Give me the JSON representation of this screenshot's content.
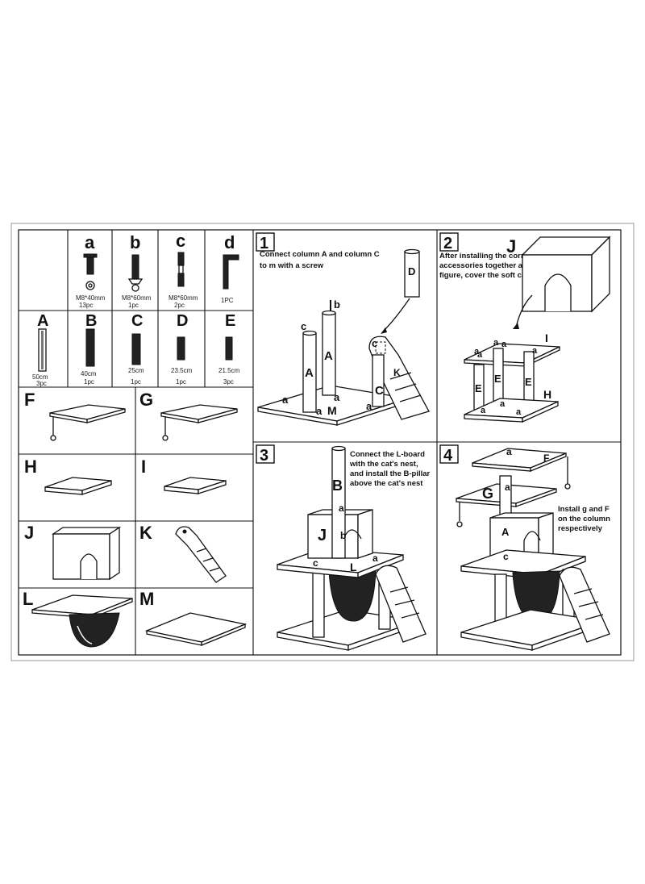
{
  "hardware": [
    {
      "letter": "a",
      "size": "M8*40mm",
      "qty": "13pc"
    },
    {
      "letter": "b",
      "size": "M8*60mm",
      "qty": "1pc"
    },
    {
      "letter": "c",
      "size": "M8*60mm",
      "qty": "2pc"
    },
    {
      "letter": "d",
      "size": "",
      "qty": "1PC"
    }
  ],
  "columns": [
    {
      "letter": "A",
      "length": "50cm",
      "qty": "3pc"
    },
    {
      "letter": "B",
      "length": "40cm",
      "qty": "1pc"
    },
    {
      "letter": "C",
      "length": "25cm",
      "qty": "1pc"
    },
    {
      "letter": "D",
      "length": "23.5cm",
      "qty": "1pc"
    },
    {
      "letter": "E",
      "length": "21.5cm",
      "qty": "3pc"
    }
  ],
  "panels": [
    "F",
    "G",
    "H",
    "I",
    "J",
    "K",
    "L",
    "M"
  ],
  "steps": [
    {
      "number": "1",
      "lines": [
        "Connect column A and column C",
        "to m with a screw"
      ],
      "labels": [
        "A",
        "A",
        "C",
        "D",
        "K",
        "M",
        "a",
        "a",
        "a",
        "a",
        "b",
        "c",
        "c"
      ]
    },
    {
      "number": "2",
      "lines": [
        "After installing the corresponding",
        "accessories together as shown in the",
        "figure, cover the soft cat nest"
      ],
      "labels": [
        "J",
        "I",
        "H",
        "E",
        "E",
        "E",
        "a",
        "a",
        "a",
        "a",
        "a",
        "a",
        "a",
        "a"
      ]
    },
    {
      "number": "3",
      "lines": [
        "Connect the L-board",
        "with the cat's nest,",
        "and install the B-pillar",
        " above the cat's nest"
      ],
      "labels": [
        "B",
        "J",
        "L",
        "a",
        "a",
        "b",
        "c"
      ]
    },
    {
      "number": "4",
      "lines": [
        "Install g and F",
        "on the column",
        "respectively"
      ],
      "labels": [
        "F",
        "G",
        "A",
        "a",
        "a",
        "c"
      ]
    }
  ]
}
